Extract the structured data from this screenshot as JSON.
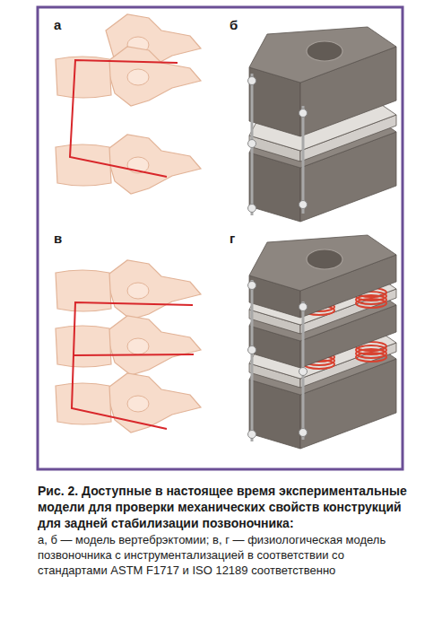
{
  "diagram": {
    "caption": "Рис. 2. Доступные в настоящее время экспериментальные модели для проверки механических свойств конструкций для задней стабилизации позвоночника:",
    "labels": [
      "а",
      "б",
      "в",
      "г",
      "а, б — модель вертебрэктомии; в, г — физиологическая модель позвоночника с инструментализацией в соответствии со стандартами ASTM F1717 и ISO 12189 соответственно"
    ]
  }
}
